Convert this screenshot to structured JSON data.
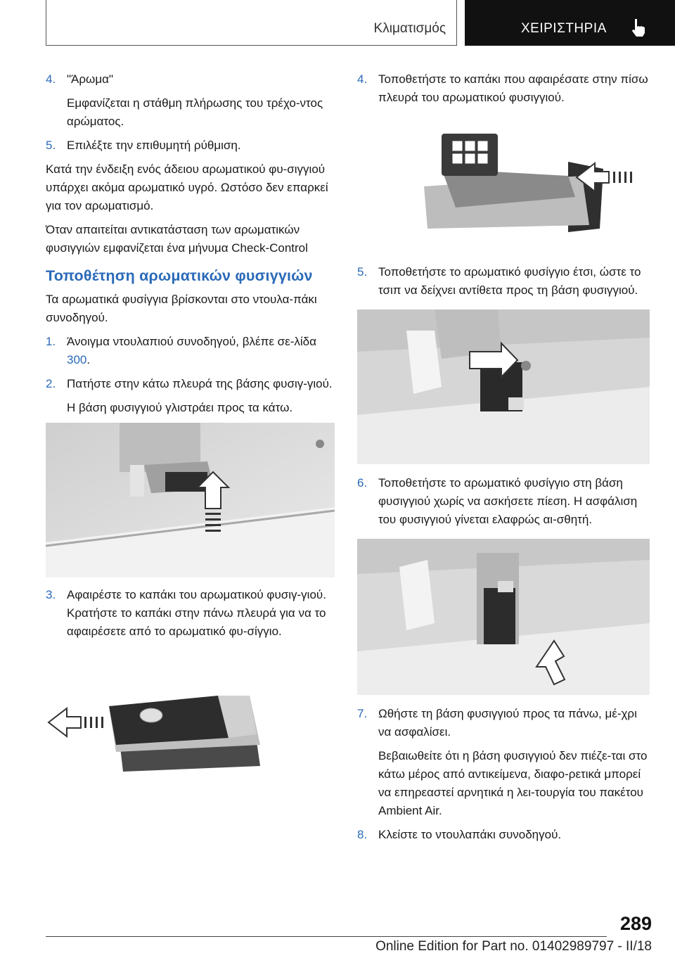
{
  "header": {
    "section": "Κλιματισμός",
    "manual": "ΧΕΙΡΙΣΤΗΡΙΑ"
  },
  "left": {
    "step4": {
      "num": "4.",
      "title": "\"Άρωμα\"",
      "desc": "Εμφανίζεται η στάθμη πλήρωσης του τρέχο-ντος αρώματος."
    },
    "step5": {
      "num": "5.",
      "text": "Επιλέξτε την επιθυμητή ρύθμιση."
    },
    "para1": "Κατά την ένδειξη ενός άδειου αρωματικού φυ-σιγγιού υπάρχει ακόμα αρωματικό υγρό. Ωστόσο δεν επαρκεί για τον αρωματισμό.",
    "para2": "Όταν απαιτείται αντικατάσταση των αρωματικών φυσιγγιών εμφανίζεται ένα μήνυμα Check-Control",
    "heading": "Τοποθέτηση αρωματικών φυσιγγιών",
    "intro": "Τα αρωματικά φυσίγγια βρίσκονται στο ντουλα-πάκι συνοδηγού.",
    "step1": {
      "num": "1.",
      "text": "Άνοιγμα ντουλαπιού συνοδηγού, βλέπε σε-λίδα ",
      "link": "300",
      "end": "."
    },
    "step2": {
      "num": "2.",
      "text": "Πατήστε στην κάτω πλευρά της βάσης φυσιγ-γιού.",
      "note": "Η βάση φυσιγγιού γλιστράει προς τα κάτω."
    },
    "step3": {
      "num": "3.",
      "text": "Αφαιρέστε το καπάκι του αρωματικού φυσιγ-γιού. Κρατήστε το καπάκι στην πάνω πλευρά για να το αφαιρέσετε από το αρωματικό φυ-σίγγιο."
    }
  },
  "right": {
    "step4": {
      "num": "4.",
      "text": "Τοποθετήστε το καπάκι που αφαιρέσατε στην πίσω πλευρά του αρωματικού φυσιγγιού."
    },
    "step5": {
      "num": "5.",
      "text": "Τοποθετήστε το αρωματικό φυσίγγιο έτσι, ώστε το τσιπ να δείχνει αντίθετα προς τη βάση φυσιγγιού."
    },
    "step6": {
      "num": "6.",
      "text": "Τοποθετήστε το αρωματικό φυσίγγιο στη βάση φυσιγγιού χωρίς να ασκήσετε πίεση. Η ασφάλιση του φυσιγγιού γίνεται ελαφρώς αι-σθητή."
    },
    "step7": {
      "num": "7.",
      "text": "Ωθήστε τη βάση φυσιγγιού προς τα πάνω, μέ-χρι να ασφαλίσει.",
      "note": "Βεβαιωθείτε ότι η βάση φυσιγγιού δεν πιέζε-ται στο κάτω μέρος από αντικείμενα, διαφο-ρετικά μπορεί να επηρεαστεί αρνητικά η λει-τουργία του πακέτου Ambient Air."
    },
    "step8": {
      "num": "8.",
      "text": "Κλείστε το ντουλαπάκι συνοδηγού."
    }
  },
  "footer": {
    "page": "289",
    "edition": "Online Edition for Part no. 01402989797 - II/18"
  }
}
